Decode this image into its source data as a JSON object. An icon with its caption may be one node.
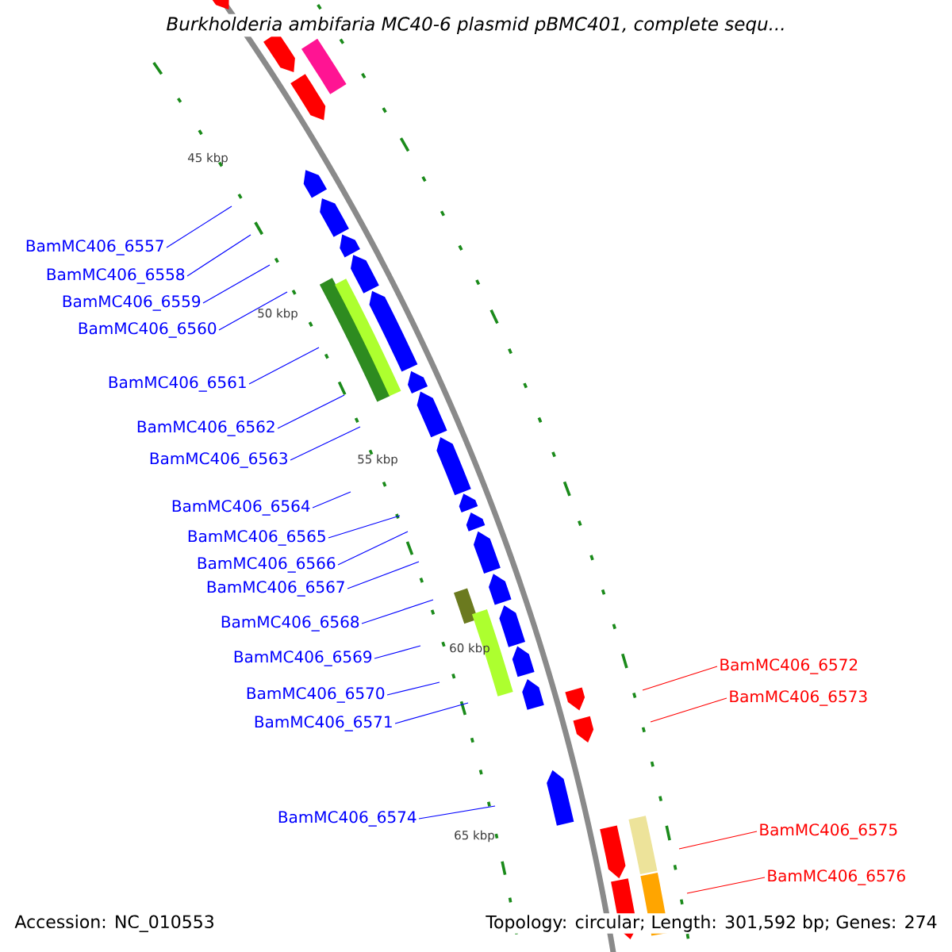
{
  "diagram": {
    "title": "Burkholderia ambifaria MC40-6 plasmid pBMC401, complete sequ...",
    "nodes": [
      {
        "text": [
          "BamMC406_6557"
        ]
      },
      {
        "text": [
          "BamMC406_6558"
        ]
      },
      {
        "text": [
          "BamMC406_6559"
        ]
      },
      {
        "text": [
          "BamMC406_6560"
        ]
      },
      {
        "text": [
          "BamMC406_6561"
        ]
      },
      {
        "text": [
          "BamMC406_6562"
        ]
      },
      {
        "text": [
          "BamMC406_6563"
        ]
      },
      {
        "text": [
          "BamMC406_6564"
        ]
      },
      {
        "text": [
          "BamMC406_6565"
        ]
      },
      {
        "text": [
          "BamMC406_6566"
        ]
      },
      {
        "text": [
          "BamMC406_6567"
        ]
      },
      {
        "text": [
          "BamMC406_6568"
        ]
      },
      {
        "text": [
          "BamMC406_6569"
        ]
      },
      {
        "text": [
          "BamMC406_6570"
        ]
      },
      {
        "text": [
          "BamMC406_6571"
        ]
      },
      {
        "text": [
          "BamMC406_6572"
        ]
      },
      {
        "text": [
          "BamMC406_6573"
        ]
      },
      {
        "text": [
          "BamMC406_6574"
        ]
      },
      {
        "text": [
          "BamMC406_6575"
        ]
      },
      {
        "text": [
          "BamMC406_6576"
        ]
      }
    ],
    "edges": [
      {
        "from": 0,
        "to": null,
        "arrow": "none"
      },
      {
        "from": 1,
        "to": null,
        "arrow": "none"
      },
      {
        "from": 2,
        "to": null,
        "arrow": "none"
      },
      {
        "from": 3,
        "to": null,
        "arrow": "none"
      },
      {
        "from": 4,
        "to": null,
        "arrow": "none"
      },
      {
        "from": 5,
        "to": null,
        "arrow": "none"
      },
      {
        "from": 6,
        "to": null,
        "arrow": "none"
      },
      {
        "from": 7,
        "to": null,
        "arrow": "none"
      },
      {
        "from": 8,
        "to": null,
        "arrow": "none"
      },
      {
        "from": 9,
        "to": null,
        "arrow": "none"
      },
      {
        "from": 10,
        "to": null,
        "arrow": "none"
      },
      {
        "from": 11,
        "to": null,
        "arrow": "none"
      },
      {
        "from": 12,
        "to": null,
        "arrow": "none"
      },
      {
        "from": 13,
        "to": null,
        "arrow": "none"
      },
      {
        "from": 14,
        "to": null,
        "arrow": "none"
      },
      {
        "from": 15,
        "to": null,
        "arrow": "none",
        "color": "#ff0000"
      },
      {
        "from": 16,
        "to": null,
        "arrow": "none",
        "color": "#ff0000"
      },
      {
        "from": 17,
        "to": null,
        "arrow": "none"
      },
      {
        "from": 18,
        "to": null,
        "arrow": "none",
        "color": "#ff0000"
      },
      {
        "from": 19,
        "to": null,
        "arrow": "none",
        "color": "#ff0000"
      }
    ],
    "labels": [
      "45 kbp",
      "50 kbp",
      "55 kbp",
      "60 kbp",
      "65 kbp",
      "Accession: NC_010553",
      "Topology: circular; Length: 301,592 bp; Genes: 274"
    ]
  }
}
